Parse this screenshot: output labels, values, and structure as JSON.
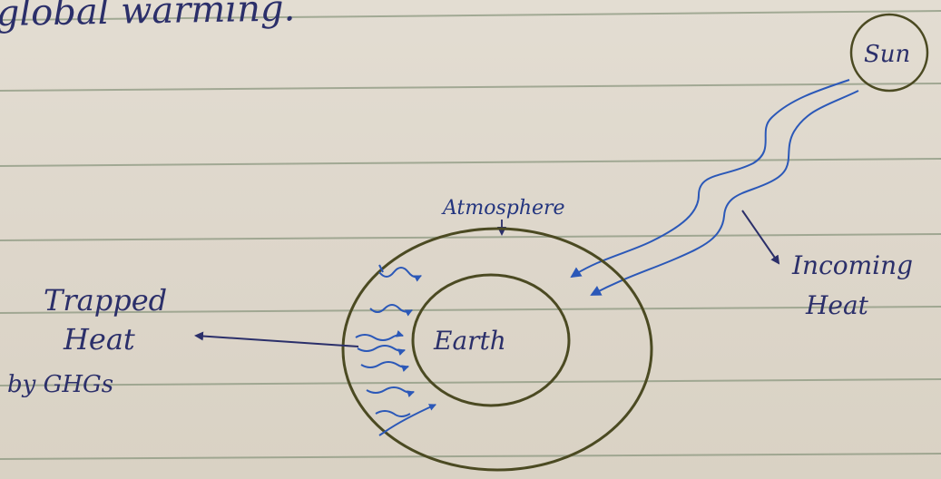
{
  "heading": "global warming.",
  "labels": {
    "sun": "Sun",
    "atmosphere": "Atmosphere",
    "earth": "Earth",
    "trapped_heat_line1": "Trapped",
    "trapped_heat_line2": "Heat",
    "trapped_heat_line3": "by GHGs",
    "incoming_heat_line1": "Incoming",
    "incoming_heat_line2": "Heat"
  },
  "colors": {
    "paper": "#ddd7cb",
    "rule_line": "#7a8a6e",
    "pencil": "#4b4a22",
    "ink_blue": "#2b58b8",
    "ink_dark": "#2b2f6a"
  }
}
